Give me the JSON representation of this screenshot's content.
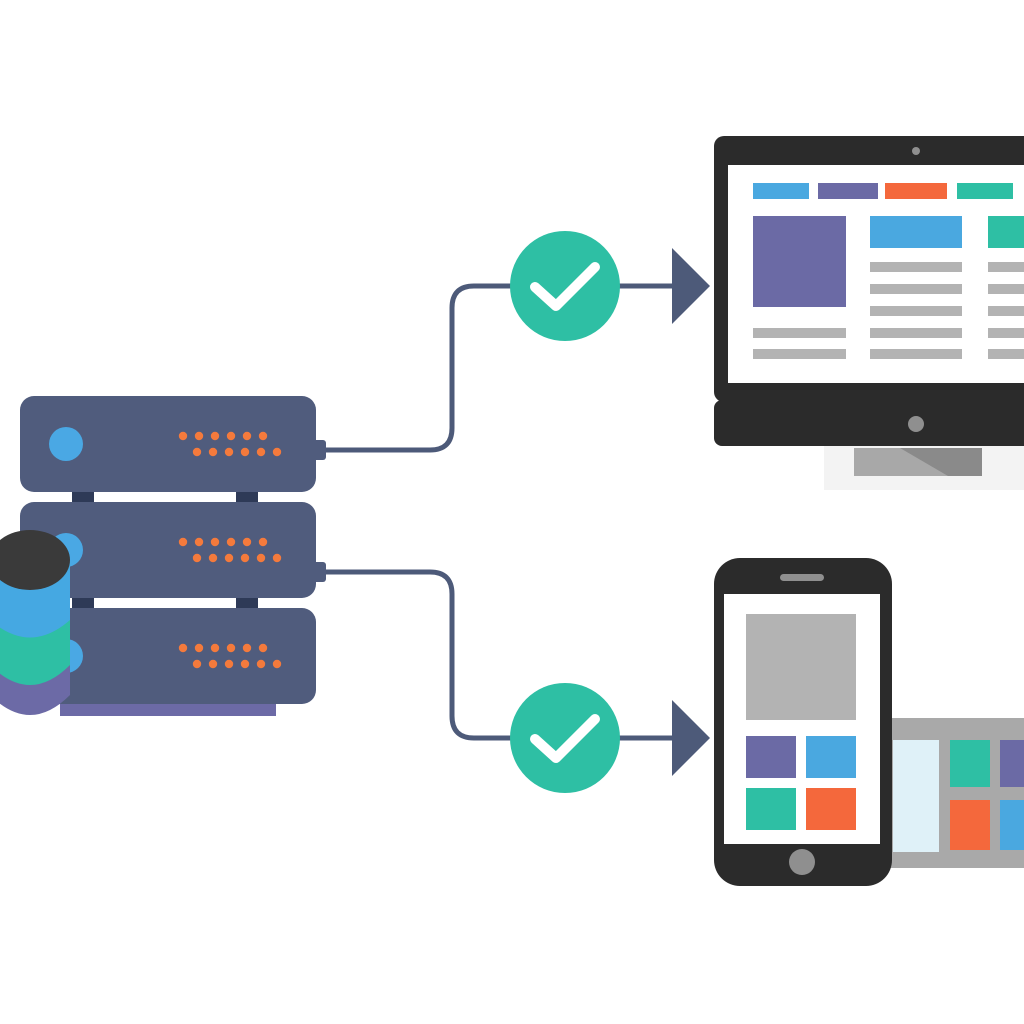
{
  "colors": {
    "server_body": "#505c7d",
    "server_connector": "#2e3a57",
    "server_led_blue": "#4aa8e4",
    "server_led_orange": "#f47a3c",
    "db_top": "#3a3a3a",
    "db_blue": "#45a8e2",
    "db_green": "#2ebfa4",
    "db_purple": "#6c6aa6",
    "connector_line": "#4d5a79",
    "check_circle": "#2ebfa4",
    "check_mark": "#ffffff",
    "arrow": "#4d5a79",
    "device_frame": "#2b2b2b",
    "screen_bg": "#ffffff",
    "monitor_stand": "#a8a8a8",
    "monitor_stand_base": "#f3f3f3",
    "block_blue": "#4aa8e0",
    "block_purple": "#6b6aa5",
    "block_orange": "#f4683c",
    "block_green": "#2ebfa4",
    "placeholder_gray": "#b3b3b3",
    "tablet_frame": "#a9a9a9",
    "tablet_panel": "#dff1f8"
  },
  "icons": {
    "database": "database-icon",
    "server_rack": "server-rack-icon",
    "check": "check-icon",
    "arrow": "arrow-right-icon",
    "monitor": "desktop-monitor-icon",
    "phone": "smartphone-icon",
    "tablet": "tablet-icon"
  },
  "connections": [
    {
      "from": "server-rack",
      "to": "desktop-monitor",
      "status": "check"
    },
    {
      "from": "server-rack",
      "to": "mobile-devices",
      "status": "check"
    }
  ]
}
